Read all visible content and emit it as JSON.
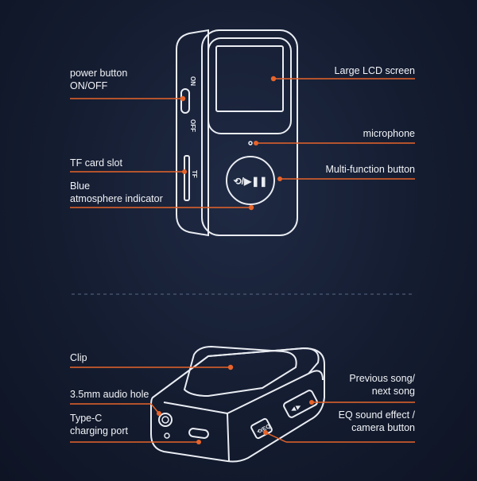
{
  "colors": {
    "accent": "#e8642a",
    "line": "#e8642a",
    "device_stroke": "#e9ecf2",
    "background": "#141c30"
  },
  "device_markings": {
    "on": "ON",
    "off": "OFF",
    "tf": "TF",
    "play_button_glyph": "⟲/▶❚❚"
  },
  "top_callouts": {
    "power_button": [
      "power button",
      "ON/OFF"
    ],
    "lcd_screen": "Large LCD screen",
    "microphone": "microphone",
    "tf_card_slot": "TF card slot",
    "multi_function_button": "Multi-function button",
    "blue_indicator": [
      "Blue",
      "atmosphere indicator"
    ]
  },
  "bottom_callouts": {
    "clip": "Clip",
    "audio_hole": "3.5mm audio hole",
    "type_c_port": [
      "Type-C",
      "charging port"
    ],
    "prev_next": [
      "Previous song/",
      "next song"
    ],
    "eq_camera": [
      "EQ sound effect /",
      "camera button"
    ]
  }
}
